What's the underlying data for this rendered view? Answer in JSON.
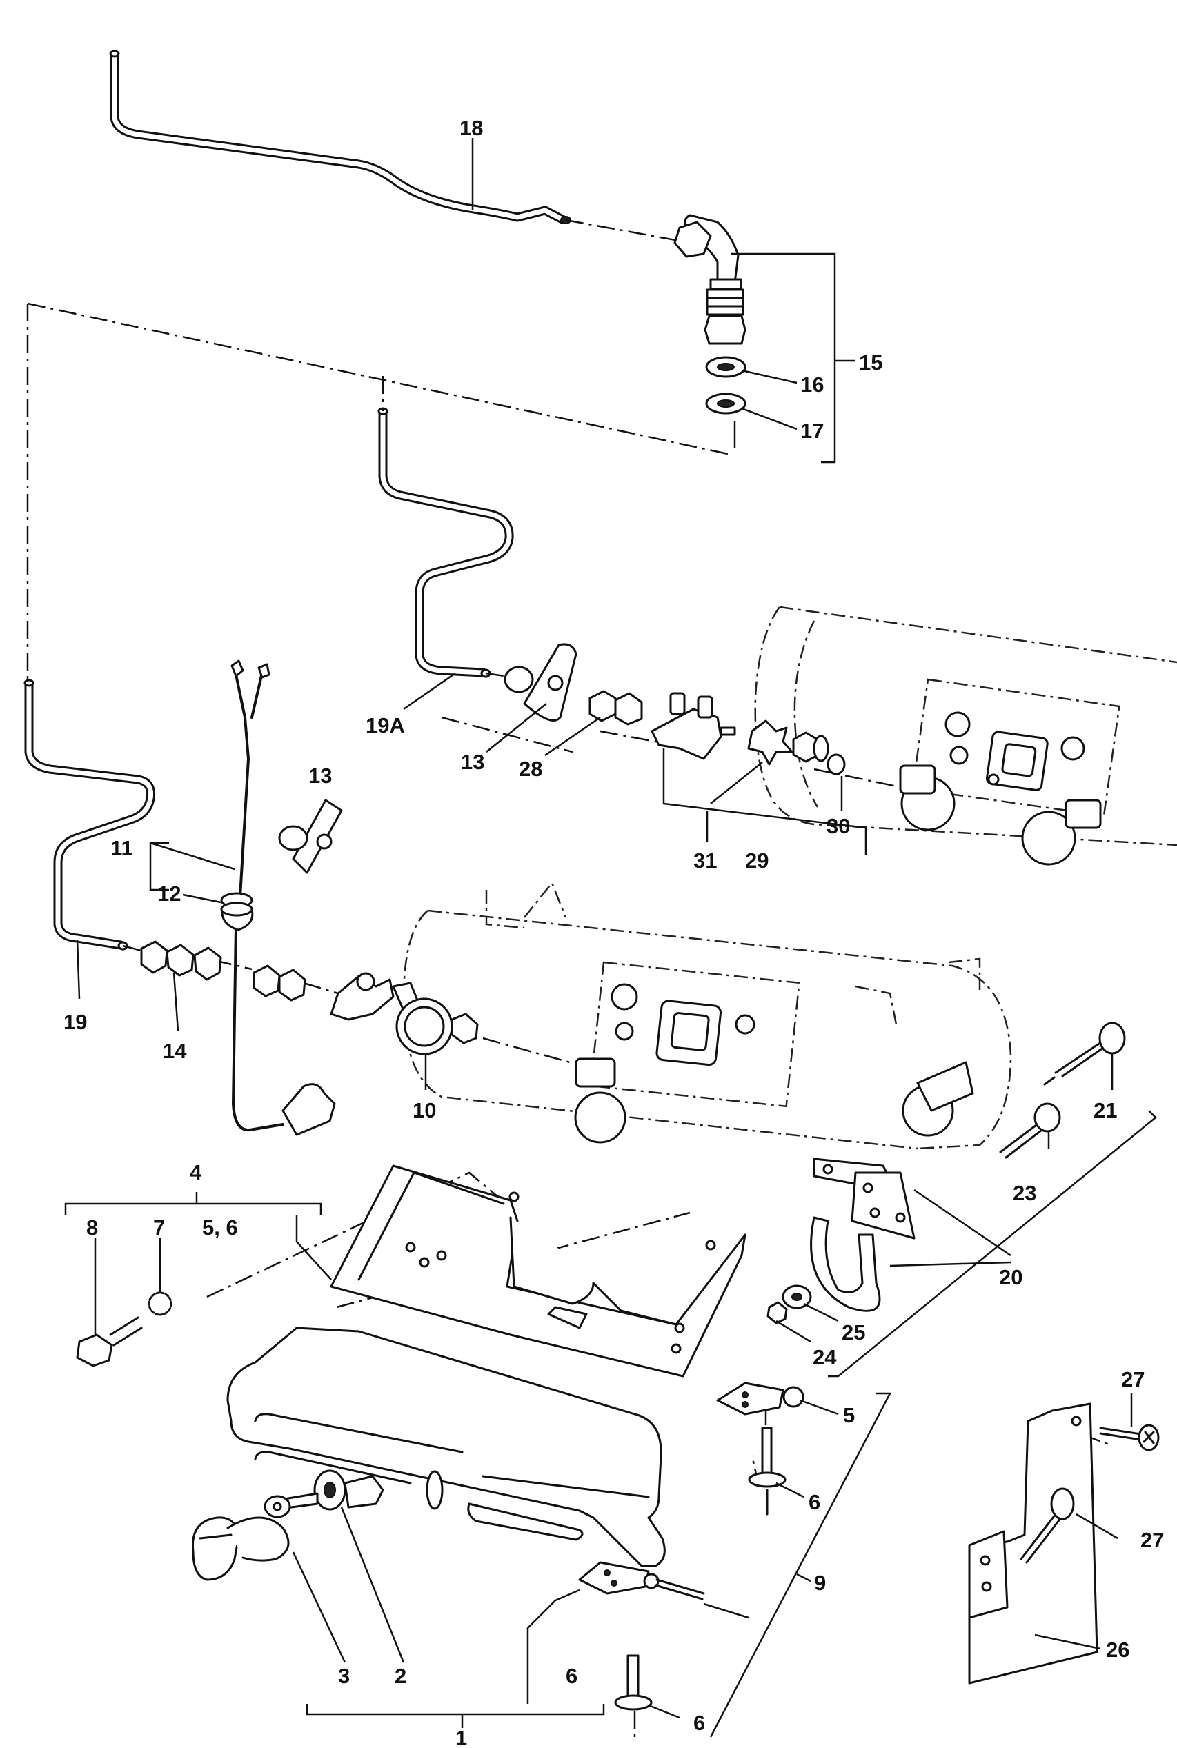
{
  "callouts": {
    "c1": "1",
    "c2": "2",
    "c3": "3",
    "c4": "4",
    "c5a": "5, 6",
    "c5b": "5",
    "c6a": "6",
    "c6b": "6",
    "c6c": "6",
    "c7": "7",
    "c8": "8",
    "c9": "9",
    "c10": "10",
    "c11": "11",
    "c12": "12",
    "c13a": "13",
    "c13b": "13",
    "c14": "14",
    "c15": "15",
    "c16": "16",
    "c17": "17",
    "c18": "18",
    "c19": "19",
    "c19a": "19A",
    "c20": "20",
    "c21": "21",
    "c23": "23",
    "c24": "24",
    "c25": "25",
    "c26": "26",
    "c27a": "27",
    "c27b": "27",
    "c28": "28",
    "c29": "29",
    "c30": "30",
    "c31": "31"
  }
}
